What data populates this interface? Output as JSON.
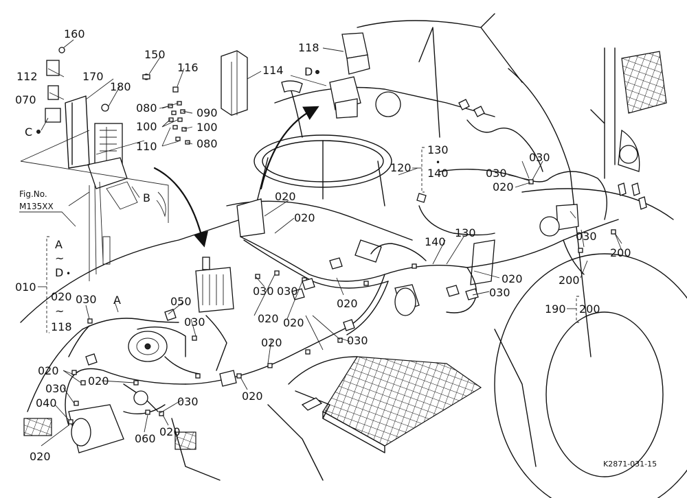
{
  "callouts": [
    {
      "id": "c160",
      "text": "160"
    },
    {
      "id": "c150",
      "text": "150"
    },
    {
      "id": "c116",
      "text": "116"
    },
    {
      "id": "c114",
      "text": "114"
    },
    {
      "id": "c118top",
      "text": "118"
    },
    {
      "id": "c112",
      "text": "112"
    },
    {
      "id": "c170",
      "text": "170"
    },
    {
      "id": "c180",
      "text": "180"
    },
    {
      "id": "c070",
      "text": "070"
    },
    {
      "id": "c080a",
      "text": "080"
    },
    {
      "id": "c090",
      "text": "090"
    },
    {
      "id": "c100a",
      "text": "100"
    },
    {
      "id": "c100b",
      "text": "100"
    },
    {
      "id": "c110",
      "text": "110"
    },
    {
      "id": "c080b",
      "text": "080"
    },
    {
      "id": "c130a",
      "text": "130"
    },
    {
      "id": "c140a",
      "text": "140"
    },
    {
      "id": "c120",
      "text": "120"
    },
    {
      "id": "c030r1",
      "text": "030"
    },
    {
      "id": "c030r2",
      "text": "030"
    },
    {
      "id": "c020r1",
      "text": "020"
    },
    {
      "id": "c020m1",
      "text": "020"
    },
    {
      "id": "c020m2",
      "text": "020"
    },
    {
      "id": "c030ra",
      "text": "030"
    },
    {
      "id": "c200a",
      "text": "200"
    },
    {
      "id": "c140b",
      "text": "140"
    },
    {
      "id": "c130b",
      "text": "130"
    },
    {
      "id": "c020r2",
      "text": "020"
    },
    {
      "id": "c030r3",
      "text": "030"
    },
    {
      "id": "c200b",
      "text": "200"
    },
    {
      "id": "c190",
      "text": "190"
    },
    {
      "id": "c200c",
      "text": "200"
    },
    {
      "id": "c010",
      "text": "010"
    },
    {
      "id": "c030l1",
      "text": "030"
    },
    {
      "id": "c050",
      "text": "050"
    },
    {
      "id": "c030m1",
      "text": "030"
    },
    {
      "id": "c030m2",
      "text": "030"
    },
    {
      "id": "c020m3",
      "text": "020"
    },
    {
      "id": "c020m4",
      "text": "020"
    },
    {
      "id": "c030m3",
      "text": "030"
    },
    {
      "id": "c020m5",
      "text": "020"
    },
    {
      "id": "c020m6",
      "text": "020"
    },
    {
      "id": "c030m4",
      "text": "030"
    },
    {
      "id": "c020l1",
      "text": "020"
    },
    {
      "id": "c020l2",
      "text": "020"
    },
    {
      "id": "c030l2",
      "text": "030"
    },
    {
      "id": "c040",
      "text": "040"
    },
    {
      "id": "c030l3",
      "text": "030"
    },
    {
      "id": "c020m7",
      "text": "020"
    },
    {
      "id": "c060",
      "text": "060"
    },
    {
      "id": "c020m8",
      "text": "020"
    },
    {
      "id": "c020l3",
      "text": "020"
    }
  ],
  "detail_letters": [
    {
      "id": "lC",
      "text": "C"
    },
    {
      "id": "lB",
      "text": "B"
    },
    {
      "id": "lD",
      "text": "D"
    },
    {
      "id": "lA",
      "text": "A"
    }
  ],
  "range_labels": {
    "from": "A",
    "tilde1": "~",
    "to": "D",
    "dot": "•",
    "from2": "020",
    "tilde2": "~",
    "to2": "118"
  },
  "dash_range_a": {
    "top": "130",
    "dot": "•",
    "bottom": "140"
  },
  "figure_ref": {
    "line1": "Fig.No.",
    "line2": "M135XX"
  },
  "drawing_code": "K2871-031-15"
}
